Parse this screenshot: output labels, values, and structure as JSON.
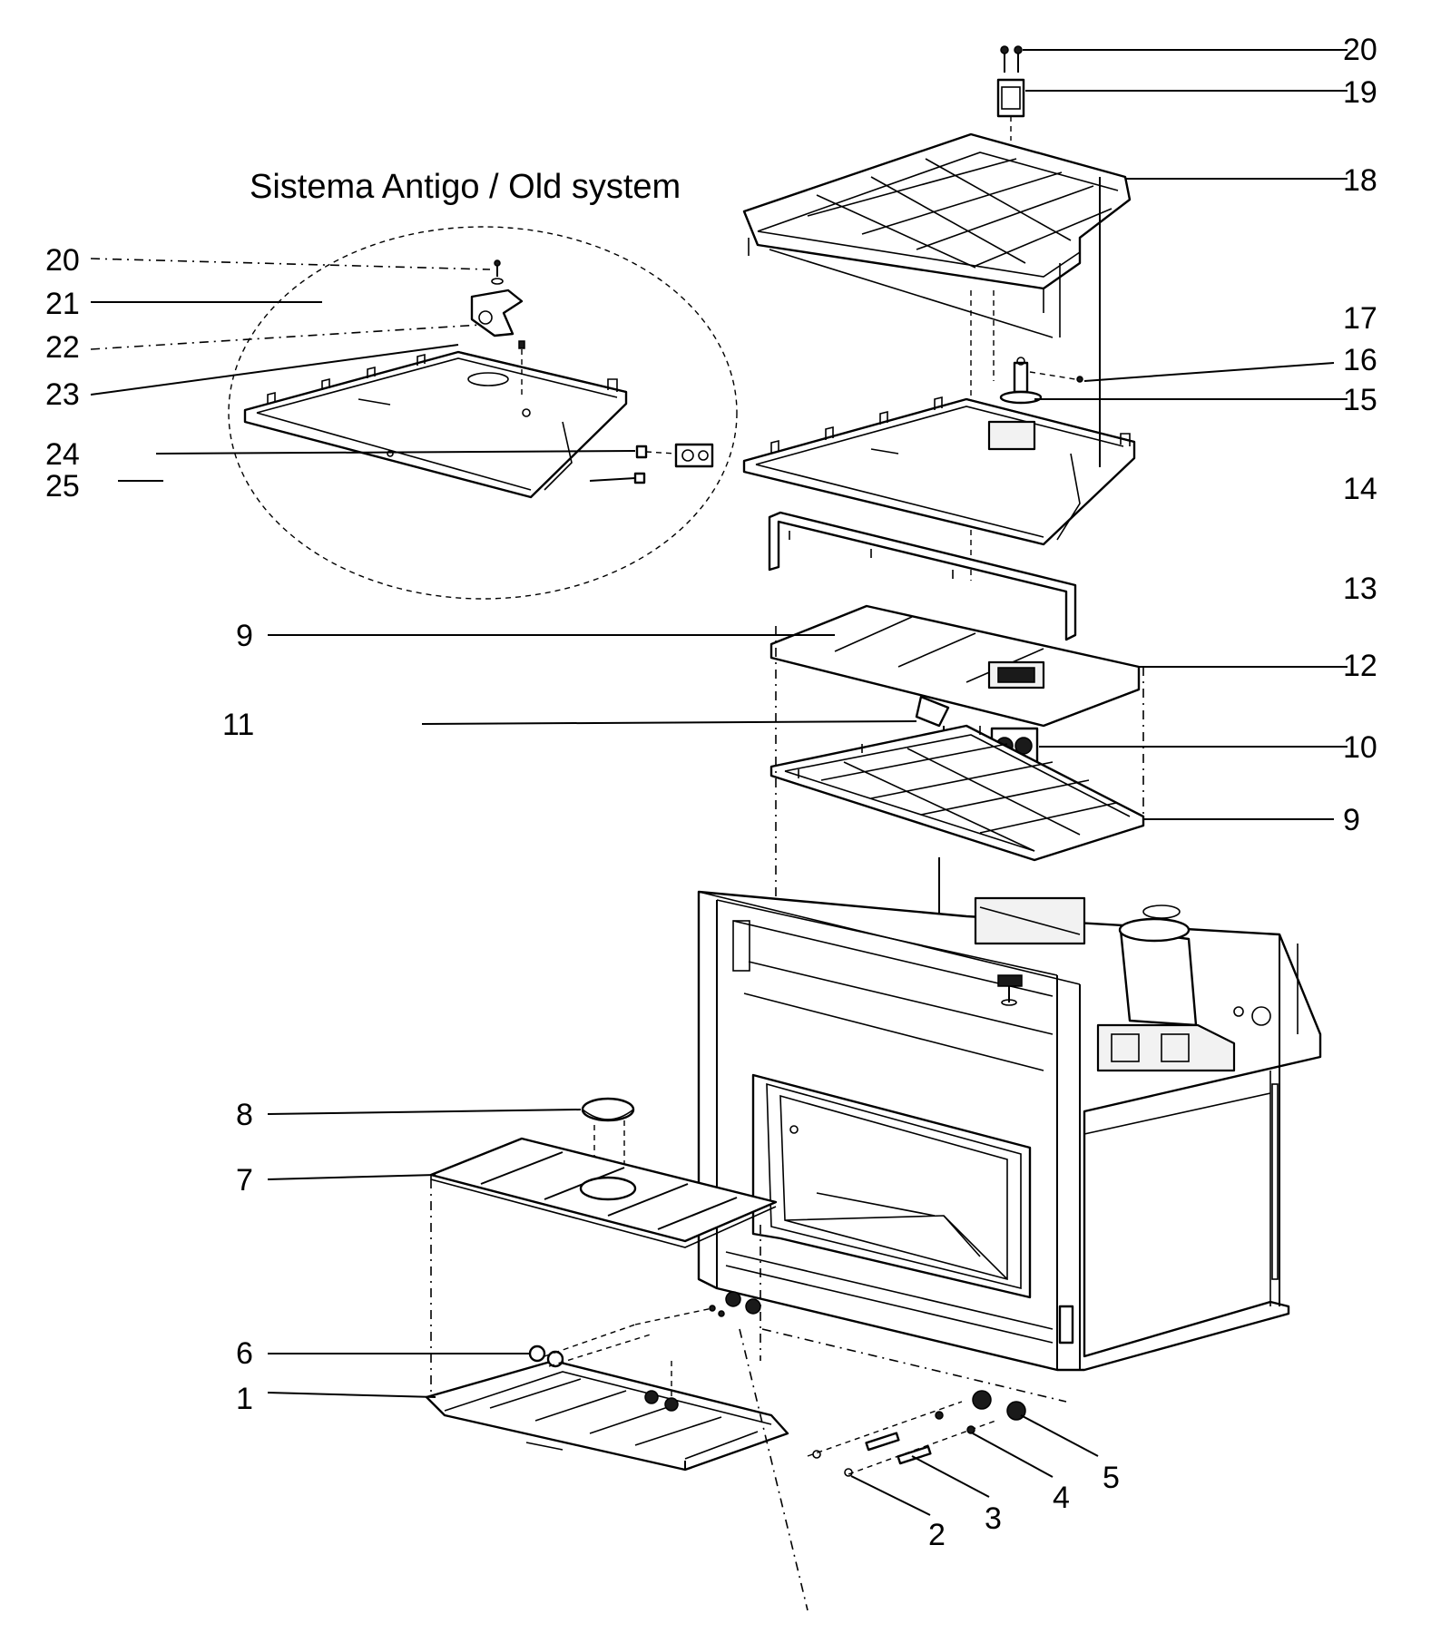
{
  "inset": {
    "title": "Sistema Antigo / Old system",
    "labels": [
      "20",
      "21",
      "22",
      "23",
      "24",
      "25"
    ]
  },
  "callouts": {
    "right": [
      "20",
      "19",
      "18",
      "17",
      "16",
      "15",
      "14",
      "13",
      "12",
      "10",
      "9"
    ],
    "left": [
      "9",
      "11",
      "8",
      "7",
      "6",
      "1"
    ],
    "bottom": [
      "5",
      "4",
      "3",
      "2"
    ]
  }
}
